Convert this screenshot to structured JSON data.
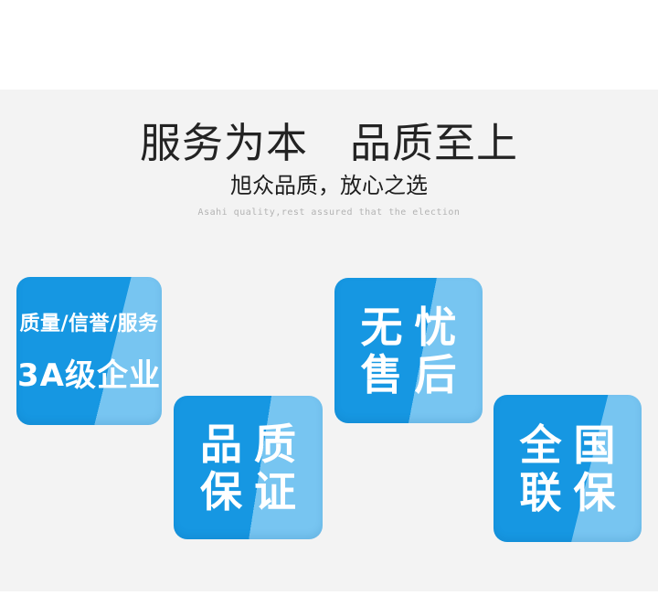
{
  "header": {
    "title": "服务为本　品质至上",
    "subtitle": "旭众品质，放心之选",
    "subtitle_en": "Asahi quality,rest assured that the election"
  },
  "colors": {
    "badge_dark": "#1697e2",
    "badge_light": "#77c5f1",
    "badge_text": "#ffffff",
    "band_background": "#f3f3f3",
    "title_text": "#232323",
    "subtitle_en_text": "#b3b3b3"
  },
  "badges": [
    {
      "name": "3a-enterprise",
      "lines": [
        "质量/信誉/服务",
        "3A级企业"
      ]
    },
    {
      "name": "quality-guarantee",
      "lines": [
        "品质",
        "保证"
      ]
    },
    {
      "name": "worry-free-after-sales",
      "lines": [
        "无忧",
        "售后"
      ]
    },
    {
      "name": "nationwide-warranty",
      "lines": [
        "全国",
        "联保"
      ]
    }
  ]
}
